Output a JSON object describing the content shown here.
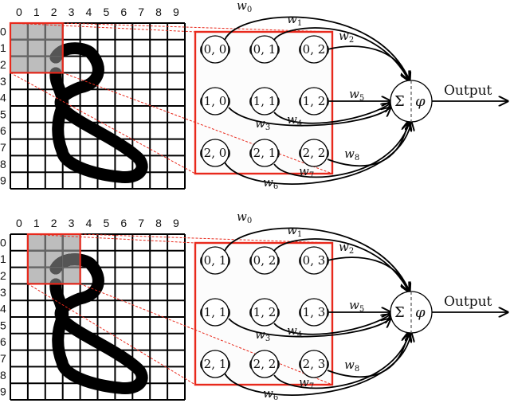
{
  "figure": {
    "description": "Convolutional receptive field mapping: a 3x3 window over a 10x10 grid containing a hand-drawn digit 8, connected via weights w0-w8 to a neuron (sum and activation) producing Output",
    "colors": {
      "window_border": "#e8291c",
      "window_fill": "#bdbdbd",
      "stroke": "#000000",
      "grid": "#000000"
    },
    "grid_size": 10,
    "column_labels": [
      "0",
      "1",
      "2",
      "3",
      "4",
      "5",
      "6",
      "7",
      "8",
      "9"
    ],
    "row_labels": [
      "0",
      "1",
      "2",
      "3",
      "4",
      "5",
      "6",
      "7",
      "8",
      "9"
    ],
    "neuron": {
      "sum_symbol": "Σ",
      "activation_symbol": "φ",
      "output_label": "Output"
    },
    "weights": [
      "w0",
      "w1",
      "w2",
      "w3",
      "w4",
      "w5",
      "w6",
      "w7",
      "w8"
    ],
    "panels": [
      {
        "window_start_col": 0,
        "window_start_row": 0,
        "nodes": [
          [
            "0, 0",
            "0, 1",
            "0, 2"
          ],
          [
            "1, 0",
            "1, 1",
            "1, 2"
          ],
          [
            "2, 0",
            "2, 1",
            "2, 2"
          ]
        ]
      },
      {
        "window_start_col": 1,
        "window_start_row": 0,
        "nodes": [
          [
            "0, 1",
            "0, 2",
            "0, 3"
          ],
          [
            "1, 1",
            "1, 2",
            "1, 3"
          ],
          [
            "2, 1",
            "2, 2",
            "2, 3"
          ]
        ]
      }
    ]
  }
}
